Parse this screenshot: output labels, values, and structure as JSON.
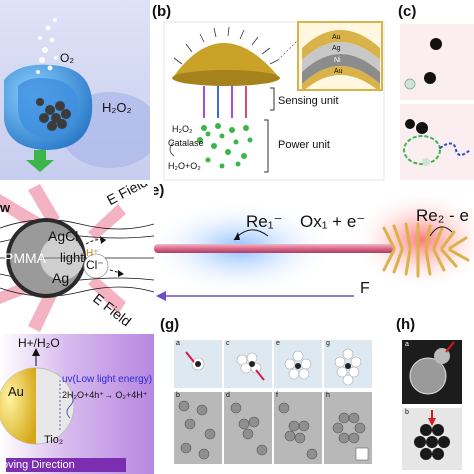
{
  "panel_a": {
    "o2": "O₂",
    "h2o2": "H₂O₂"
  },
  "panel_b": {
    "label": "(b)",
    "layers": [
      "Au",
      "Ag",
      "Ni",
      "Au"
    ],
    "sensing": "Sensing unit",
    "power": "Power unit",
    "rx1": "H₂O₂",
    "rx2": "Catalase",
    "rx3": "H₂O+O₂"
  },
  "panel_c": {
    "label": "(c)"
  },
  "panel_d": {
    "efield_top": "E Field",
    "efield_bottom": "E Field",
    "agcl": "AgCl",
    "pmma": "PMMA",
    "light": "light",
    "ag": "Ag",
    "h": "H⁺",
    "cl": "Cl⁻",
    "w": "w"
  },
  "panel_e": {
    "label": "(e)",
    "re1": "Re₁⁻",
    "ox1": "Ox₁ + e⁻",
    "re2": "Re₂ - e",
    "force": "F"
  },
  "panel_f": {
    "hh2o": "H+/H₂O",
    "au": "Au",
    "tio2": "Tio₂",
    "uv": "uv(Low light energy)",
    "eq": "2H₂O+4h⁺→ O₂+4H⁺",
    "dir": "oving Direction"
  },
  "panel_g": {
    "label": "(g)",
    "sub_top": [
      "a",
      "c",
      "e",
      "g"
    ],
    "sub_bottom": [
      "b",
      "d",
      "f",
      "h"
    ]
  },
  "panel_h": {
    "label": "(h)",
    "sub": [
      "a",
      "b"
    ]
  }
}
